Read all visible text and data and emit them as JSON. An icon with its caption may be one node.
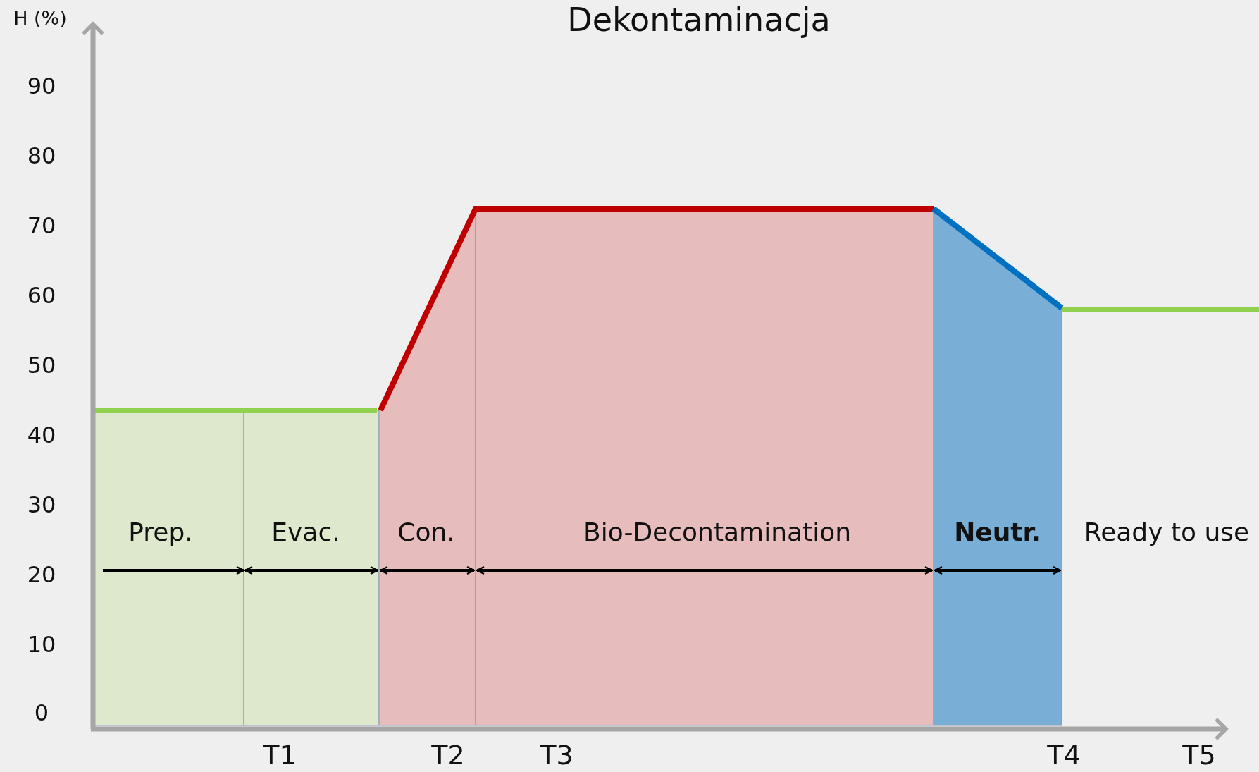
{
  "diagram": {
    "title": "Dekontaminacja",
    "labels": [
      "H (%)",
      "90",
      "80",
      "70",
      "60",
      "50",
      "40",
      "30",
      "Prep.",
      "Evac.",
      "Con.",
      "Bio-Decontamination",
      "Neutr.",
      "Ready to use",
      "20",
      "10",
      "0",
      "T1",
      "T2",
      "T3",
      "T4",
      "T5"
    ]
  }
}
